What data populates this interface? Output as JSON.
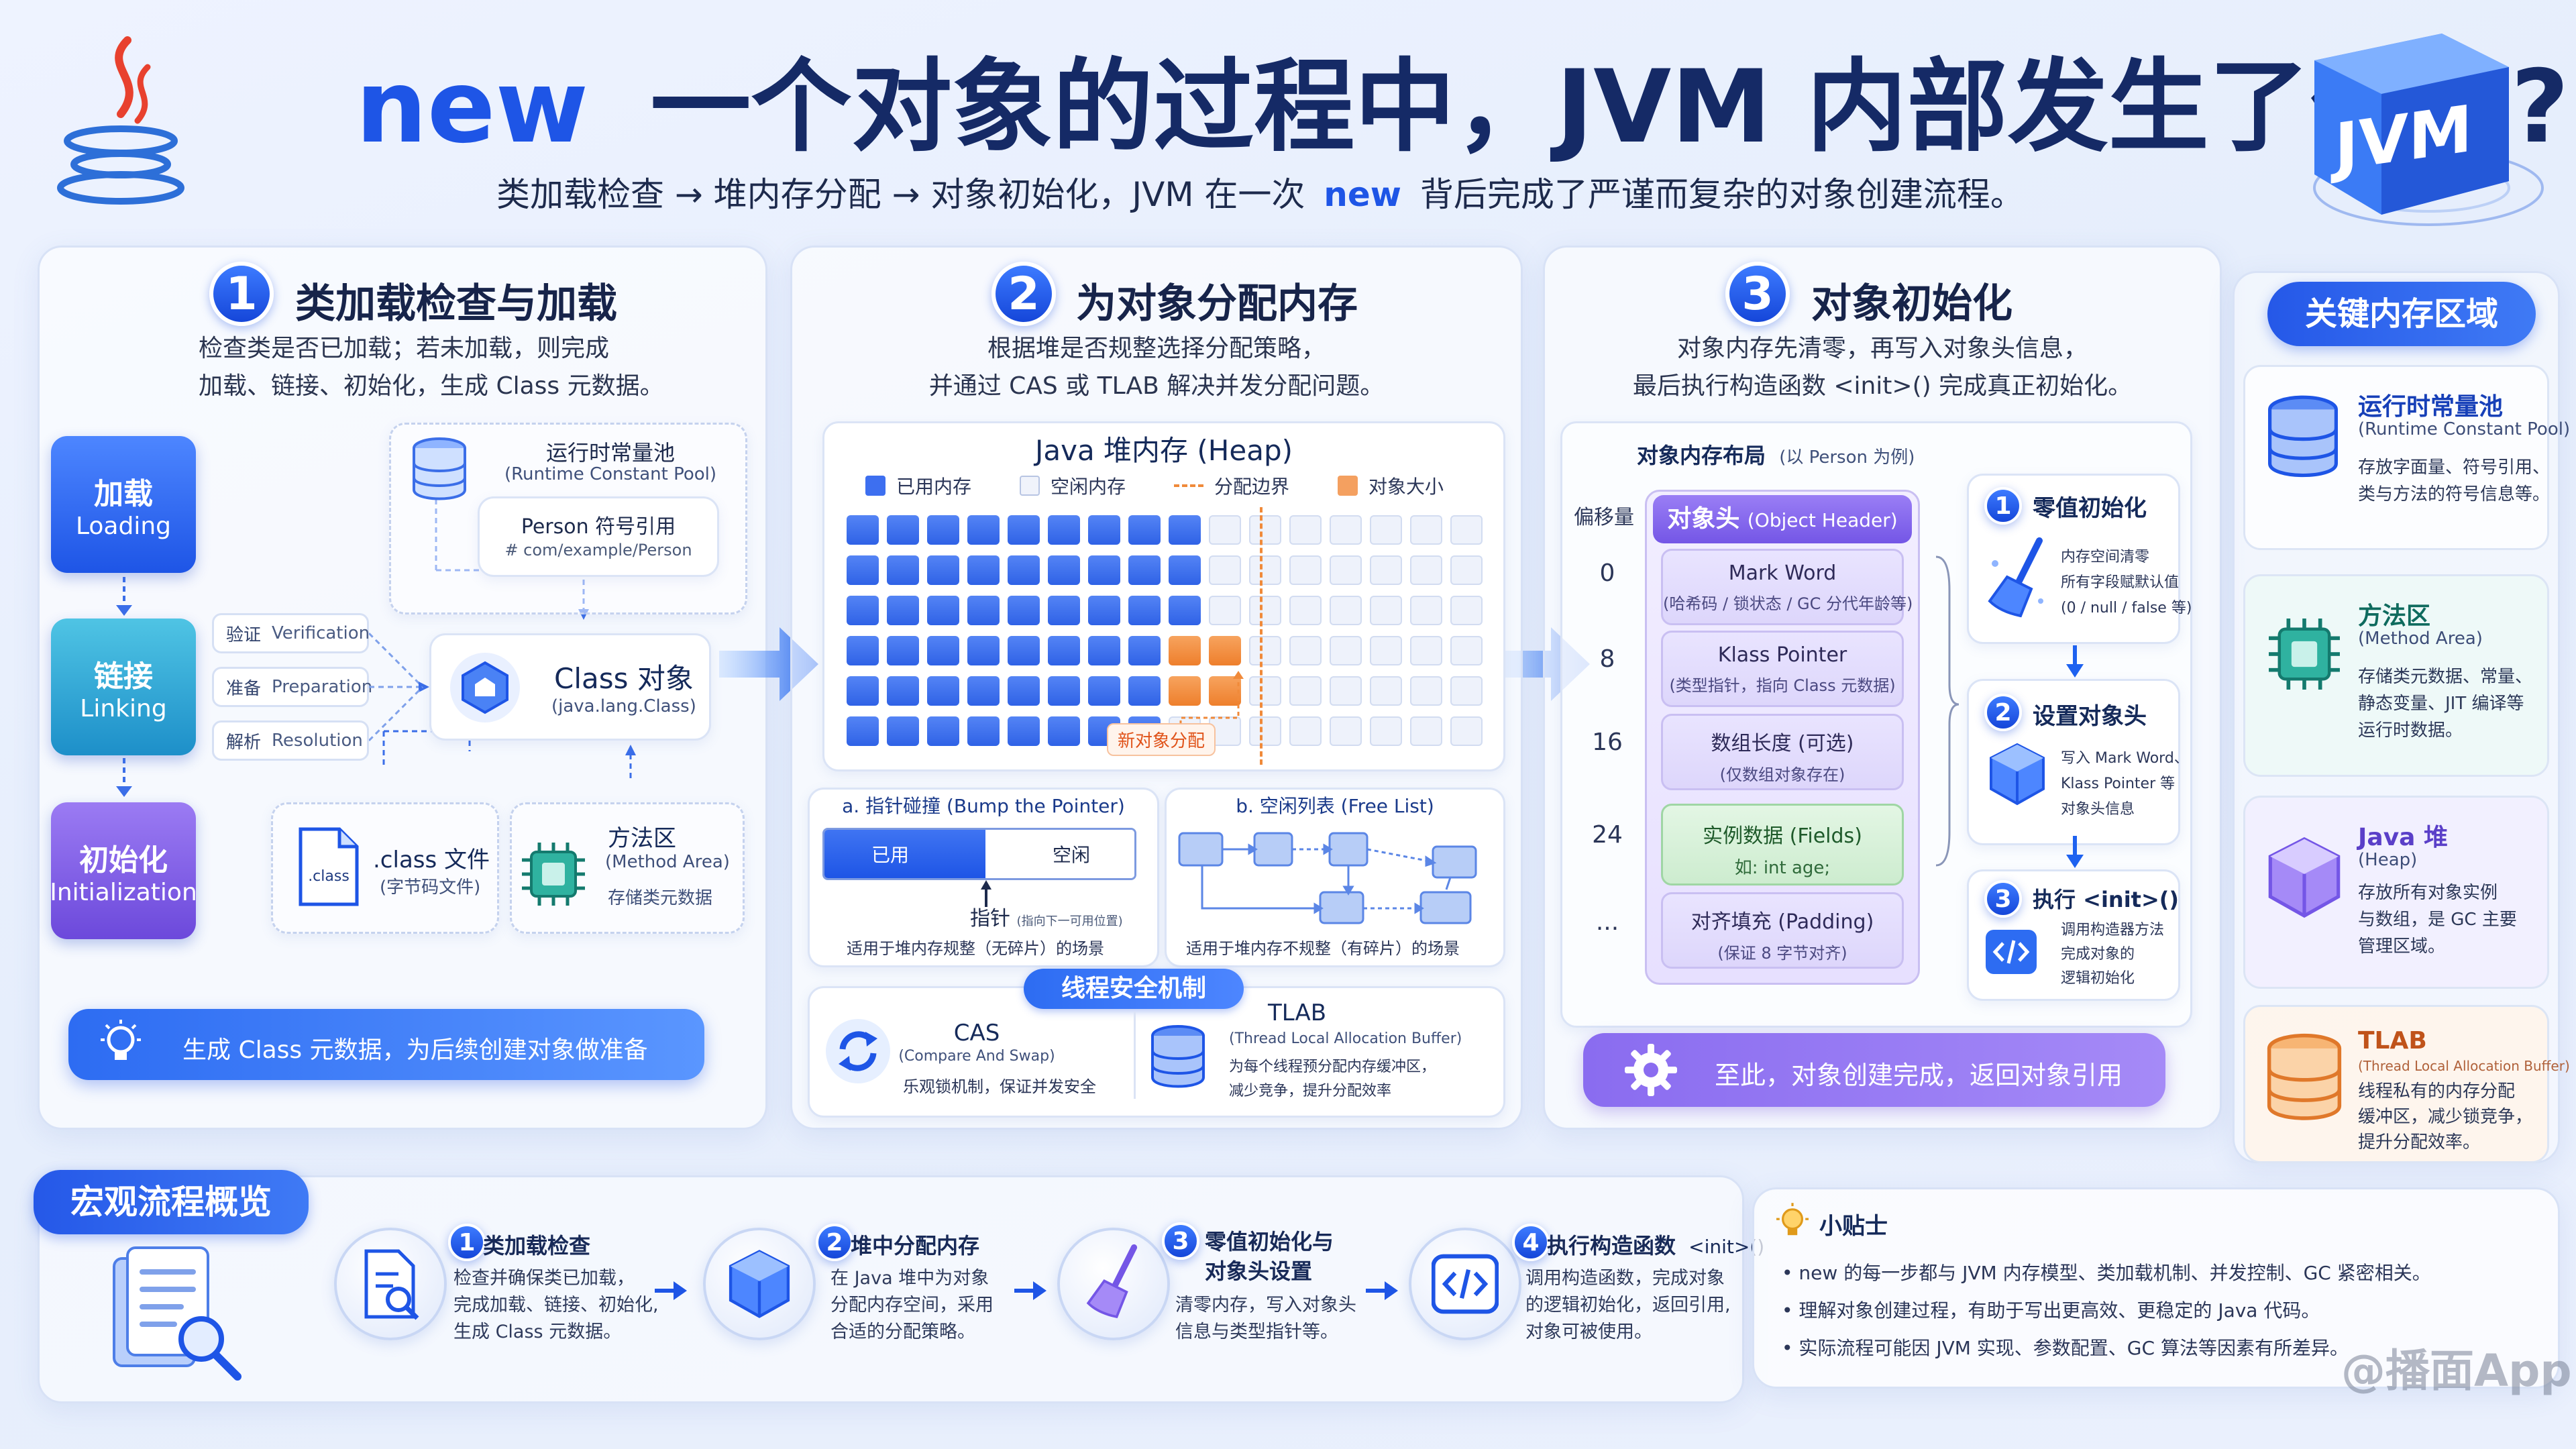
{
  "header": {
    "title_new": "new",
    "title_rest": "一个对象的过程中，JVM 内部发生了什么?",
    "subtitle_a": "类加载检查 → 堆内存分配 → 对象初始化，JVM 在一次",
    "subtitle_new": "new",
    "subtitle_b": "背后完成了严谨而复杂的对象创建流程。",
    "cube_label": "JVM"
  },
  "section1": {
    "num": "1",
    "title": "类加载检查与加载",
    "desc1": "检查类是否已加载；若未加载，则完成",
    "desc2": "加载、链接、初始化，生成 Class 元数据。",
    "stages": [
      {
        "zh": "加载",
        "en": "Loading"
      },
      {
        "zh": "链接",
        "en": "Linking"
      },
      {
        "zh": "初始化",
        "en": "Initialization"
      }
    ],
    "link_steps": [
      {
        "zh": "验证",
        "en": "Verification"
      },
      {
        "zh": "准备",
        "en": "Preparation"
      },
      {
        "zh": "解析",
        "en": "Resolution"
      }
    ],
    "rcp_title": "运行时常量池",
    "rcp_sub": "(Runtime Constant Pool)",
    "ref_title": "Person 符号引用",
    "ref_path": "# com/example/Person",
    "class_obj_title": "Class 对象",
    "class_obj_sub": "(java.lang.Class)",
    "class_file_title": ".class 文件",
    "class_file_sub": "(字节码文件)",
    "class_file_icon": ".class",
    "method_area_title": "方法区",
    "method_area_sub": "(Method Area)",
    "method_area_desc": "存储类元数据",
    "banner": "生成 Class 元数据，为后续创建对象做准备"
  },
  "section2": {
    "num": "2",
    "title": "为对象分配内存",
    "desc1": "根据堆是否规整选择分配策略，",
    "desc2": "并通过 CAS 或 TLAB 解决并发分配问题。",
    "heap_title": "Java 堆内存 (Heap)",
    "legend": [
      "已用内存",
      "空闲内存",
      "分配边界",
      "对象大小"
    ],
    "new_alloc": "新对象分配",
    "bump_title": "a. 指针碰撞 (Bump the Pointer)",
    "bump_used": "已用",
    "bump_free": "空闲",
    "bump_pointer": "指针",
    "bump_pointer_note": "(指向下一可用位置)",
    "bump_note": "适用于堆内存规整（无碎片）的场景",
    "free_title": "b. 空闲列表 (Free List)",
    "free_note": "适用于堆内存不规整（有碎片）的场景",
    "safety_title": "线程安全机制",
    "cas_title": "CAS",
    "cas_sub": "(Compare And Swap)",
    "cas_desc": "乐观锁机制，保证并发安全",
    "tlab_title": "TLAB",
    "tlab_sub": "(Thread Local Allocation Buffer)",
    "tlab_desc1": "为每个线程预分配内存缓冲区，",
    "tlab_desc2": "减少竞争，提升分配效率"
  },
  "section3": {
    "num": "3",
    "title": "对象初始化",
    "desc1": "对象内存先清零，再写入对象头信息，",
    "desc2": "最后执行构造函数 <init>() 完成真正初始化。",
    "layout_title": "对象内存布局",
    "layout_sub": "(以 Person 为例)",
    "offset_label": "偏移量",
    "offsets": [
      "0",
      "8",
      "16",
      "24",
      "..."
    ],
    "header_title": "对象头",
    "header_title_en": "(Object Header)",
    "rows": [
      {
        "t": "Mark Word",
        "s": "(哈希码 / 锁状态 / GC 分代年龄等)"
      },
      {
        "t": "Klass Pointer",
        "s": "(类型指针，指向 Class 元数据)"
      },
      {
        "t": "数组长度 (可选)",
        "s": "(仅数组对象存在)"
      },
      {
        "t": "实例数据 (Fields)",
        "s": "如: int age;"
      },
      {
        "t": "对齐填充 (Padding)",
        "s": "(保证 8 字节对齐)"
      }
    ],
    "steps": [
      {
        "num": "1",
        "title": "零值初始化",
        "d": [
          "内存空间清零",
          "所有字段赋默认值",
          "(0 / null / false 等)"
        ]
      },
      {
        "num": "2",
        "title": "设置对象头",
        "d": [
          "写入 Mark Word、",
          "Klass Pointer 等",
          "对象头信息"
        ]
      },
      {
        "num": "3",
        "title": "执行 <init>()",
        "d": [
          "调用构造器方法",
          "完成对象的",
          "逻辑初始化"
        ]
      }
    ],
    "banner": "至此，对象创建完成，返回对象引用"
  },
  "sidebar": {
    "title": "关键内存区域",
    "items": [
      {
        "title": "运行时常量池",
        "sub": "(Runtime Constant Pool)",
        "d": [
          "存放字面量、符号引用、",
          "类与方法的符号信息等。"
        ]
      },
      {
        "title": "方法区",
        "sub": "(Method Area)",
        "d": [
          "存储类元数据、常量、",
          "静态变量、JIT 编译等",
          "运行时数据。"
        ]
      },
      {
        "title": "Java 堆",
        "sub": "(Heap)",
        "d": [
          "存放所有对象实例",
          "与数组，是 GC 主要",
          "管理区域。"
        ]
      },
      {
        "title": "TLAB",
        "sub": "(Thread Local Allocation Buffer)",
        "d": [
          "线程私有的内存分配",
          "缓冲区，减少锁竞争，",
          "提升分配效率。"
        ]
      }
    ]
  },
  "overview": {
    "title": "宏观流程概览",
    "steps": [
      {
        "num": "1",
        "title": "类加载检查",
        "d": [
          "检查并确保类已加载，",
          "完成加载、链接、初始化,",
          "生成 Class 元数据。"
        ]
      },
      {
        "num": "2",
        "title": "堆中分配内存",
        "d": [
          "在 Java 堆中为对象",
          "分配内存空间，采用",
          "合适的分配策略。"
        ]
      },
      {
        "num": "3",
        "title": "零值初始化与",
        "title2": "对象头设置",
        "d": [
          "清零内存，写入对象头",
          "信息与类型指针等。"
        ]
      },
      {
        "num": "4",
        "title": "执行构造函数",
        "title_code": "<init>()",
        "d": [
          "调用构造函数，完成对象",
          "的逻辑初始化，返回引用,",
          "对象可被使用。"
        ]
      }
    ]
  },
  "tips": {
    "title": "小贴士",
    "items": [
      "new 的每一步都与 JVM 内存模型、类加载机制、并发控制、GC 紧密相关。",
      "理解对象创建过程，有助于写出更高效、更稳定的 Java 代码。",
      "实际流程可能因 JVM 实现、参数配置、GC 算法等因素有所差异。"
    ]
  },
  "watermark": "@播面App",
  "colors": {
    "primary": "#1e55e6",
    "used": "#3d6ff0",
    "free": "#e9eefb",
    "object": "#f08a3a",
    "purple": "#8a6cf0",
    "green": "#d9f2dc"
  }
}
